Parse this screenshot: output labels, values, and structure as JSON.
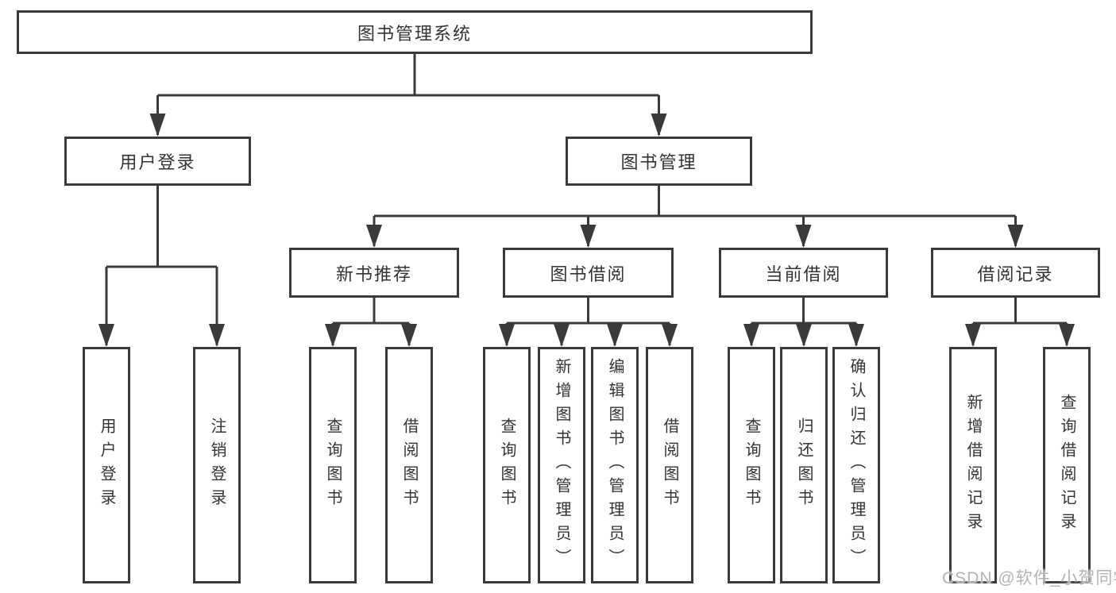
{
  "diagram": {
    "root": {
      "label": "图书管理系统"
    },
    "level1": [
      {
        "label": "用户登录"
      },
      {
        "label": "图书管理"
      }
    ],
    "level2": [
      {
        "label": "新书推荐"
      },
      {
        "label": "图书借阅"
      },
      {
        "label": "当前借阅"
      },
      {
        "label": "借阅记录"
      }
    ],
    "leaves": {
      "user_login": [
        "用户登录",
        "注销登录"
      ],
      "new_books": [
        "查询图书",
        "借阅图书"
      ],
      "book_borrow": [
        "查询图书",
        "新增图书（管理员）",
        "编辑图书（管理员）",
        "借阅图书"
      ],
      "current_borrow": [
        "查询图书",
        "归还图书",
        "确认归还（管理员）"
      ],
      "borrow_records": [
        "新增借阅记录",
        "查询借阅记录"
      ]
    }
  },
  "watermark": {
    "text": "CSDN @软件_小贺同学",
    "color": "#b3b3b3"
  },
  "colors": {
    "line": "#3a3a3a",
    "text": "#333333",
    "background": "#ffffff"
  }
}
